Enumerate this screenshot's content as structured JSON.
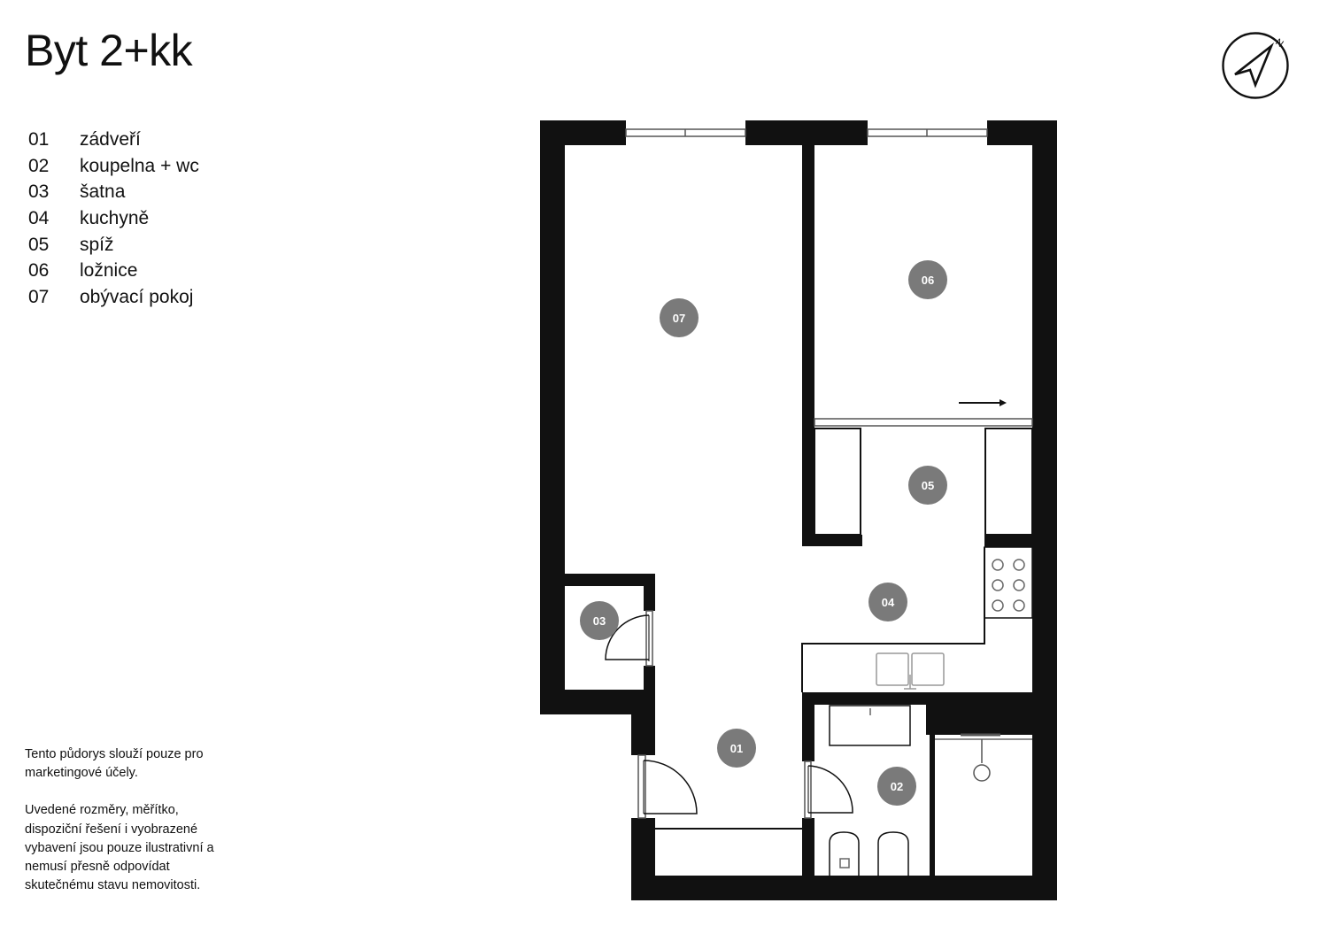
{
  "title": "Byt 2+kk",
  "legend": [
    {
      "num": "01",
      "label": "zádveří"
    },
    {
      "num": "02",
      "label": "koupelna + wc"
    },
    {
      "num": "03",
      "label": "šatna"
    },
    {
      "num": "04",
      "label": "kuchyně"
    },
    {
      "num": "05",
      "label": "spíž"
    },
    {
      "num": "06",
      "label": "ložnice"
    },
    {
      "num": "07",
      "label": "obývací pokoj"
    }
  ],
  "disclaimer": {
    "p1": "Tento půdorys slouží pouze pro marketingové účely.",
    "p2": "Uvedené rozměry, měřítko, dispoziční řešení i vyobrazené vybavení jsou pouze ilustrativní a nemusí přesně odpovídat skutečnému stavu nemovitosti."
  },
  "compass": {
    "label": "N",
    "icon": "north-arrow-icon"
  },
  "rooms": {
    "r01": "01",
    "r02": "02",
    "r03": "03",
    "r04": "04",
    "r05": "05",
    "r06": "06",
    "r07": "07"
  },
  "colors": {
    "wall": "#111111",
    "badge": "#7a7a7a",
    "badge_text": "#ffffff",
    "background": "#ffffff"
  }
}
